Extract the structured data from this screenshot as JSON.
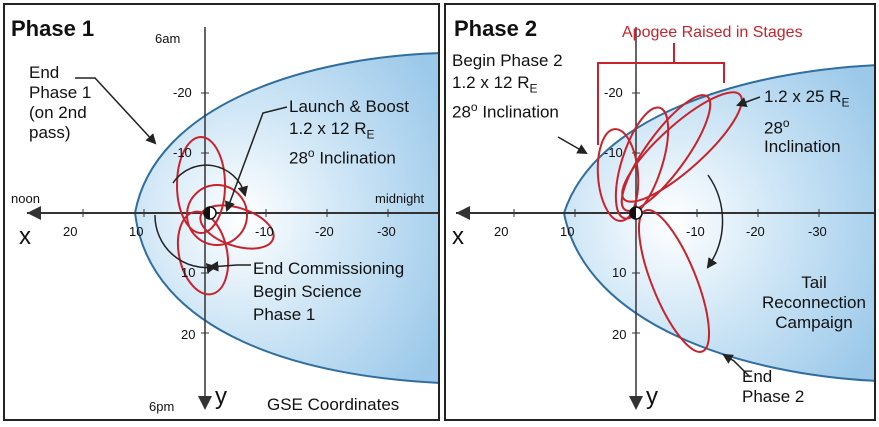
{
  "panel1": {
    "title": "Phase 1",
    "label_6am": "6am",
    "label_6pm": "6pm",
    "label_noon": "noon",
    "label_midnight": "midnight",
    "axis_x": "x",
    "axis_y": "y",
    "x_ticks": [
      "20",
      "10",
      "-10",
      "-20",
      "-30"
    ],
    "y_ticks": [
      "-20",
      "-10",
      "10",
      "20"
    ],
    "end_phase1": "End\nPhase 1\n(on 2nd\npass)",
    "launch_boost": "Launch & Boost",
    "orbit_1_2x12": "1.2 x 12 R",
    "re_sub": "E",
    "inclination_deg": "28",
    "inclination_deg_sup": "o",
    "inclination_word": " Inclination",
    "end_commissioning": "End Commissioning",
    "begin_science": "Begin Science",
    "phase1_lbl": "Phase 1",
    "gse": "GSE Coordinates"
  },
  "panel2": {
    "title": "Phase 2",
    "apogee": "Apogee Raised in Stages",
    "begin_phase2": "Begin Phase 2",
    "orbit_1_2x12": "1.2 x 12 R",
    "re_sub": "E",
    "inc_deg": "28",
    "inc_sup": "o",
    "inc_word": " Inclination",
    "orbit_1_2x25": "1.2 x 25 R",
    "re_sub2": "E",
    "deg28": "28",
    "deg_sup2": "o",
    "inclination": "Inclination",
    "tail_campaign": "Tail\nReconnection\nCampaign",
    "end_phase2": "End\nPhase 2",
    "axis_x": "x",
    "axis_y": "y",
    "x_ticks": [
      "20",
      "10",
      "-10",
      "-20",
      "-30"
    ],
    "y_ticks": [
      "-20",
      "-10",
      "10",
      "20"
    ]
  },
  "colors": {
    "orbit": "#c8232c",
    "magnetosphere": "#5b9fd3",
    "axis": "#333333"
  }
}
